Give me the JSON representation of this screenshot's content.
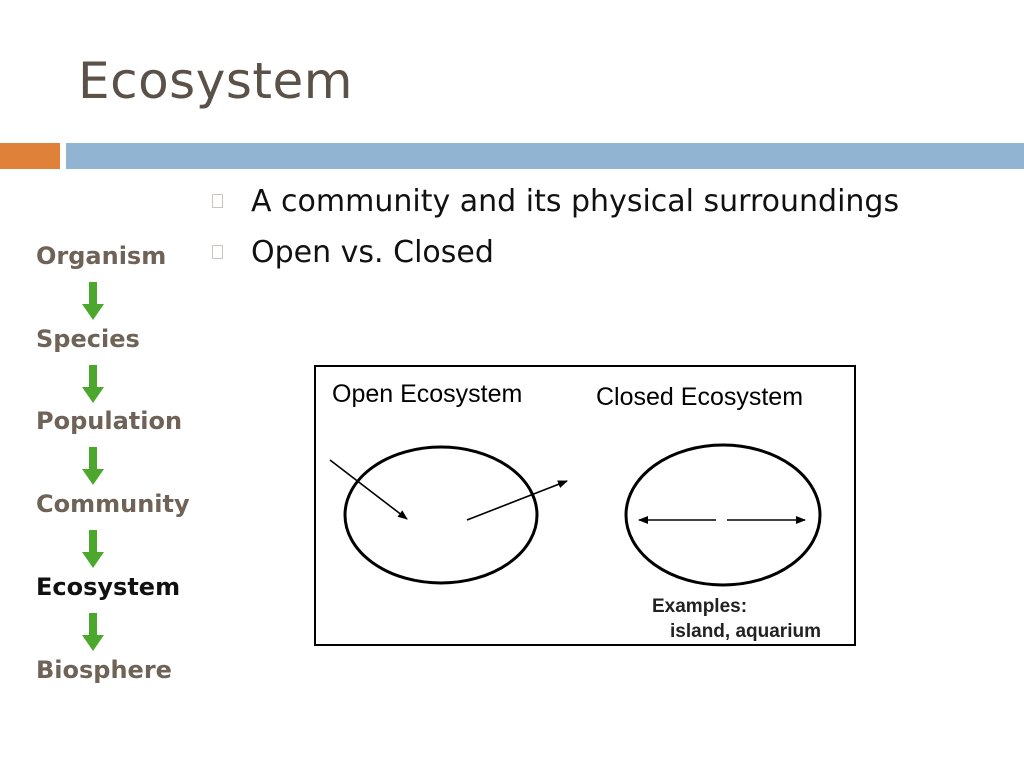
{
  "slide": {
    "title": "Ecosystem",
    "accent_colors": {
      "orange": "#e0813a",
      "blue": "#92b4d3"
    }
  },
  "hierarchy": {
    "levels": [
      {
        "label": "Organism",
        "color": "#6f6358"
      },
      {
        "label": "Species",
        "color": "#6f6358"
      },
      {
        "label": "Population",
        "color": "#6f6358"
      },
      {
        "label": "Community",
        "color": "#6f6358"
      },
      {
        "label": "Ecosystem",
        "color": "#111111",
        "current": true
      },
      {
        "label": "Biosphere",
        "color": "#6f6358"
      }
    ],
    "arrow_icon": "green-down-arrow-icon",
    "arrow_color": "#4ca82c"
  },
  "bullets": [
    "A community and its physical surroundings",
    "Open vs. Closed"
  ],
  "diagram": {
    "open_label": "Open Ecosystem",
    "closed_label": "Closed Ecosystem",
    "examples_label": "Examples:",
    "examples_value": "island, aquarium"
  }
}
